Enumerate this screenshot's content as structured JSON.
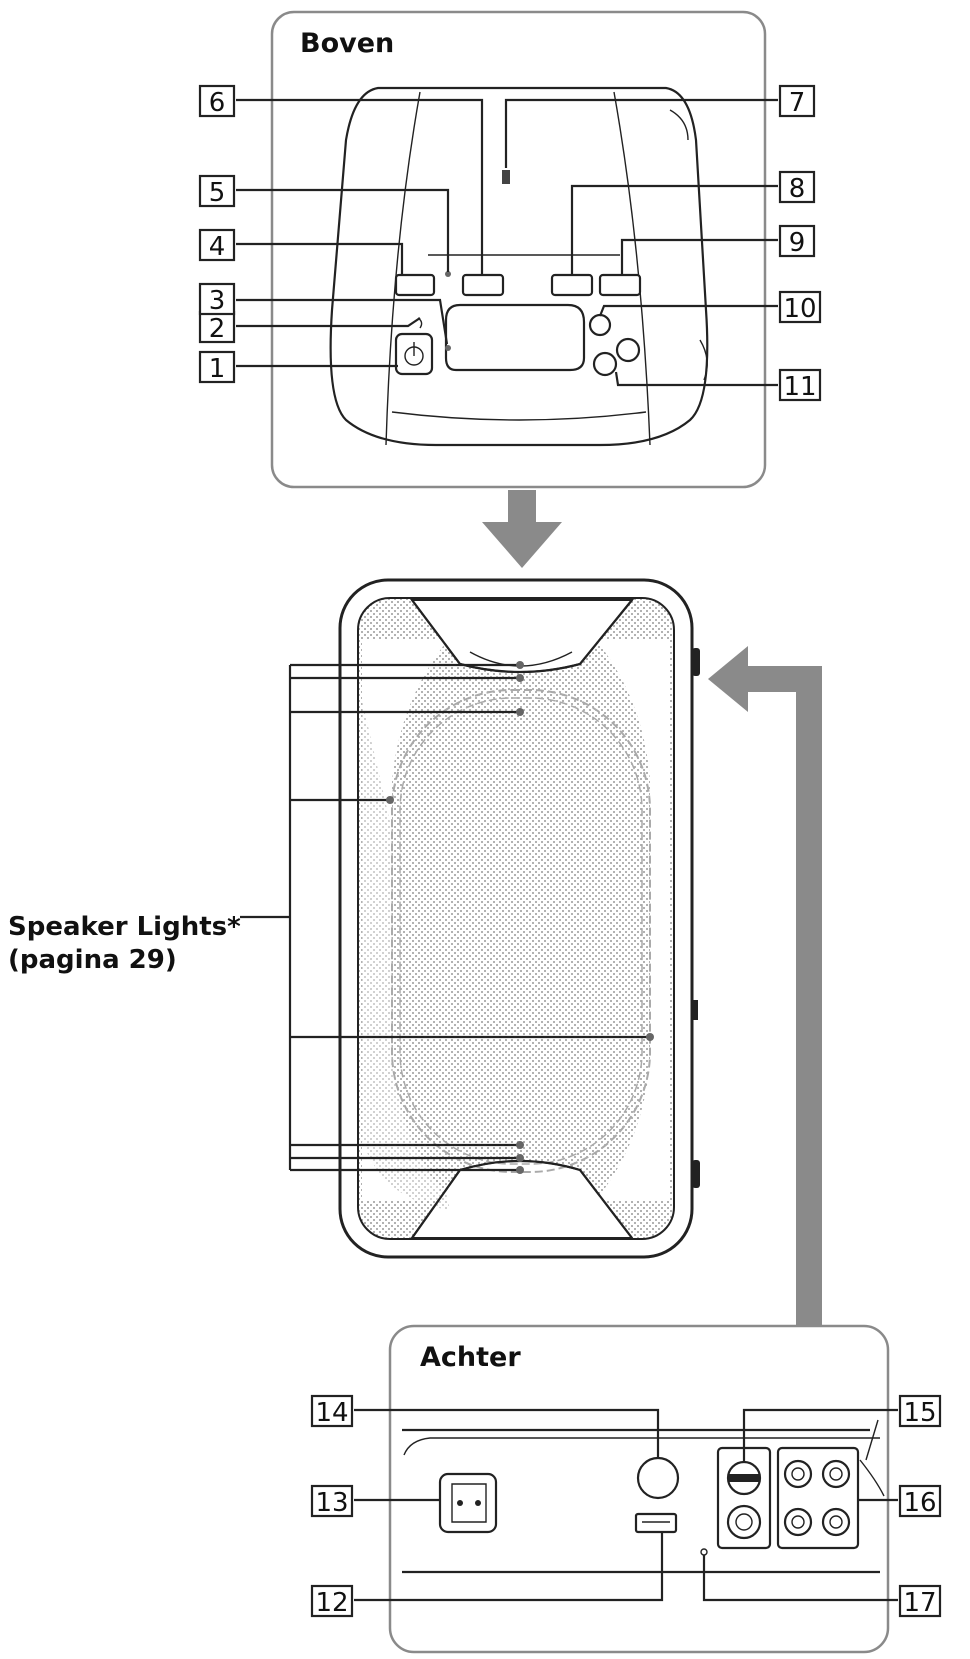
{
  "panels": {
    "top_title": "Boven",
    "rear_title": "Achter"
  },
  "speaker_lights": {
    "line1": "Speaker Lights*",
    "line2": "(pagina 29)"
  },
  "callouts": {
    "c1": "1",
    "c2": "2",
    "c3": "3",
    "c4": "4",
    "c5": "5",
    "c6": "6",
    "c7": "7",
    "c8": "8",
    "c9": "9",
    "c10": "10",
    "c11": "11",
    "c12": "12",
    "c13": "13",
    "c14": "14",
    "c15": "15",
    "c16": "16",
    "c17": "17"
  },
  "colors": {
    "arrow": "#8a8a8a",
    "line": "#222222",
    "grille": "#bdbdbd"
  }
}
